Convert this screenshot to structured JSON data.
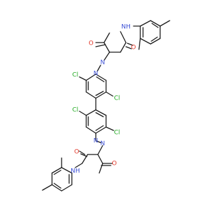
{
  "molecule": {
    "atoms": [
      {
        "label": "Cl",
        "color": "#22aa22"
      },
      {
        "label": "Cl",
        "color": "#22aa22"
      },
      {
        "label": "Cl",
        "color": "#22aa22"
      },
      {
        "label": "Cl",
        "color": "#22aa22"
      },
      {
        "label": "N",
        "color": "#3b4fd6"
      },
      {
        "label": "N",
        "color": "#3b4fd6"
      },
      {
        "label": "N",
        "color": "#3b4fd6"
      },
      {
        "label": "N",
        "color": "#3b4fd6"
      },
      {
        "label": "NH",
        "color": "#3b4fd6"
      },
      {
        "label": "NH",
        "color": "#3b4fd6"
      },
      {
        "label": "O",
        "color": "#e23a2c"
      },
      {
        "label": "O",
        "color": "#e23a2c"
      },
      {
        "label": "O",
        "color": "#e23a2c"
      },
      {
        "label": "O",
        "color": "#e23a2c"
      }
    ]
  }
}
